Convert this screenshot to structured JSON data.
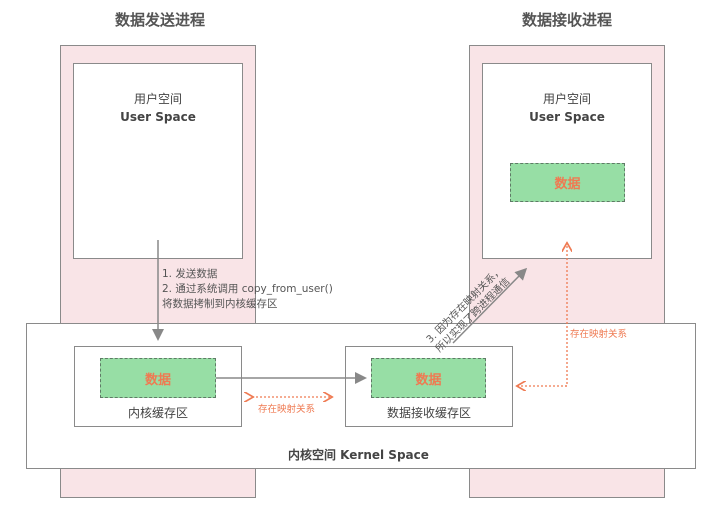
{
  "sender": {
    "title": "数据发送进程",
    "user_space_cn": "用户空间",
    "user_space_en": "User Space"
  },
  "receiver": {
    "title": "数据接收进程",
    "user_space_cn": "用户空间",
    "user_space_en": "User Space",
    "data_label": "数据"
  },
  "steps": {
    "step1": "1.  发送数据",
    "step2": "2.  通过系统调用 copy_from_user()",
    "step2b": "将数据拷制到内核缓存区",
    "step3a": "3. 因为存在映射关系，",
    "step3b": "所以实现了跨进程通信"
  },
  "kernel": {
    "label": "内核空间 Kernel Space",
    "kernel_buffer": {
      "data_label": "数据",
      "label": "内核缓存区"
    },
    "receive_buffer": {
      "data_label": "数据",
      "label": "数据接收缓存区"
    },
    "mapping_label_middle": "存在映射关系",
    "mapping_label_right": "存在映射关系"
  },
  "colors": {
    "process_bg": "#f9e4e7",
    "data_bg": "#97dea5",
    "accent": "#ef7a52",
    "border": "#8a8a8a"
  }
}
